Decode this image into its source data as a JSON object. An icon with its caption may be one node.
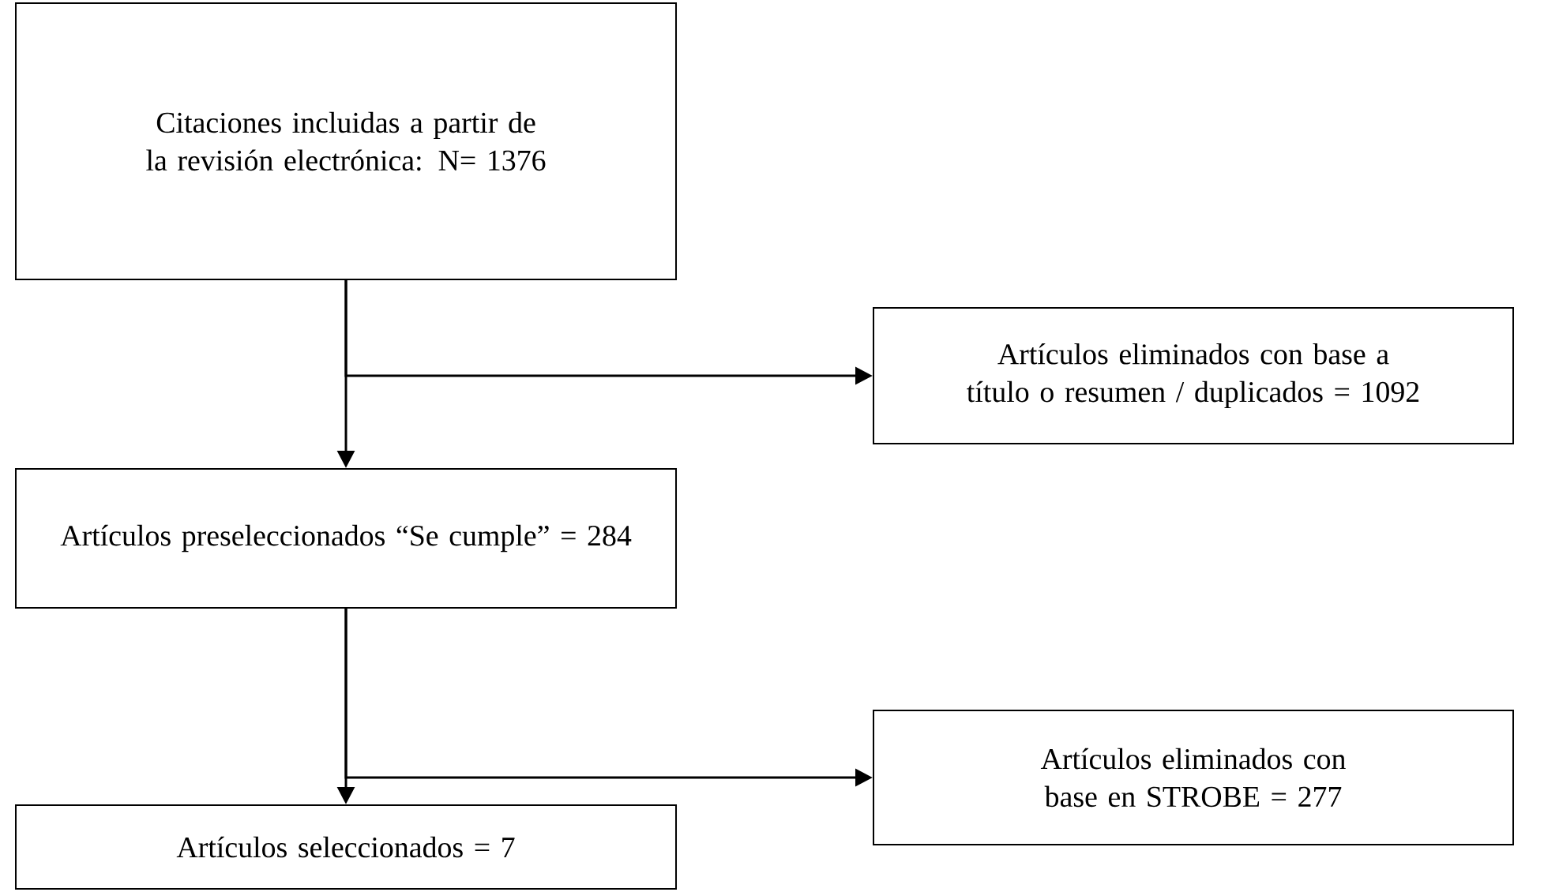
{
  "diagram": {
    "nodes": [
      {
        "text": [
          "Citaciones incluidas a partir de la revisión electrónica: N= 1376"
        ]
      },
      {
        "text": [
          "Artículos eliminados con base a título o resumen / duplicados = 1092"
        ]
      },
      {
        "text": [
          "Artículos preseleccionados “Se cumple” = 284"
        ]
      },
      {
        "text": [
          "Artículos eliminados con base en STROBE = 277"
        ]
      },
      {
        "text": [
          "Artículos seleccionados = 7"
        ]
      }
    ],
    "edges": [
      {
        "from": 0,
        "to": 2,
        "arrow": "to"
      },
      {
        "from": 0,
        "to": 1,
        "arrow": "to"
      },
      {
        "from": 2,
        "to": 4,
        "arrow": "to"
      },
      {
        "from": 2,
        "to": 3,
        "arrow": "to"
      }
    ]
  }
}
